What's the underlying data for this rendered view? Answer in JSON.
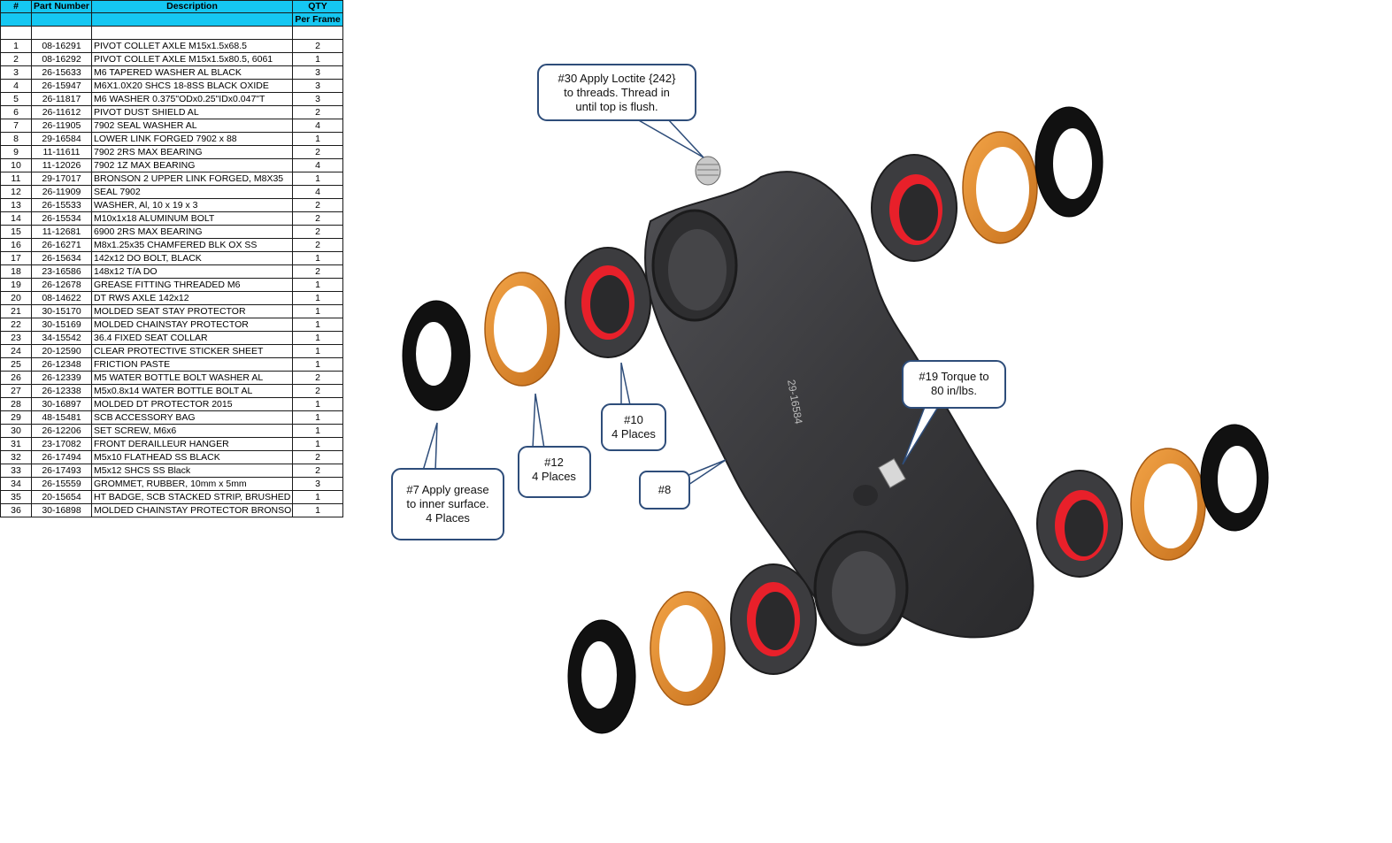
{
  "table": {
    "headers": {
      "num": "#",
      "part_number": "Part Number",
      "description": "Description",
      "qty": "QTY",
      "qty_sub": "Per Frame"
    },
    "rows": [
      {
        "num": "1",
        "pn": "08-16291",
        "desc": "PIVOT COLLET AXLE M15x1.5x68.5",
        "qty": "2"
      },
      {
        "num": "2",
        "pn": "08-16292",
        "desc": "PIVOT COLLET AXLE M15x1.5x80.5, 6061",
        "qty": "1"
      },
      {
        "num": "3",
        "pn": "26-15633",
        "desc": "M6 TAPERED WASHER AL BLACK",
        "qty": "3"
      },
      {
        "num": "4",
        "pn": "26-15947",
        "desc": "M6X1.0X20 SHCS 18-8SS BLACK OXIDE",
        "qty": "3"
      },
      {
        "num": "5",
        "pn": "26-11817",
        "desc": "M6 WASHER 0.375\"ODx0.25\"IDx0.047\"T",
        "qty": "3"
      },
      {
        "num": "6",
        "pn": "26-11612",
        "desc": "PIVOT DUST SHIELD AL",
        "qty": "2"
      },
      {
        "num": "7",
        "pn": "26-11905",
        "desc": "7902 SEAL WASHER AL",
        "qty": "4"
      },
      {
        "num": "8",
        "pn": "29-16584",
        "desc": "LOWER LINK FORGED 7902 x 88",
        "qty": "1"
      },
      {
        "num": "9",
        "pn": "11-11611",
        "desc": "7902 2RS MAX BEARING",
        "qty": "2"
      },
      {
        "num": "10",
        "pn": "11-12026",
        "desc": "7902 1Z MAX BEARING",
        "qty": "4"
      },
      {
        "num": "11",
        "pn": "29-17017",
        "desc": "BRONSON 2 UPPER LINK FORGED, M8X35",
        "qty": "1"
      },
      {
        "num": "12",
        "pn": "26-11909",
        "desc": "SEAL 7902",
        "qty": "4"
      },
      {
        "num": "13",
        "pn": "26-15533",
        "desc": "WASHER, Al, 10 x 19 x 3",
        "qty": "2"
      },
      {
        "num": "14",
        "pn": "26-15534",
        "desc": "M10x1x18 ALUMINUM BOLT",
        "qty": "2"
      },
      {
        "num": "15",
        "pn": "11-12681",
        "desc": "6900 2RS MAX BEARING",
        "qty": "2"
      },
      {
        "num": "16",
        "pn": "26-16271",
        "desc": "M8x1.25x35 CHAMFERED BLK OX SS",
        "qty": "2"
      },
      {
        "num": "17",
        "pn": "26-15634",
        "desc": "142x12 DO BOLT, BLACK",
        "qty": "1"
      },
      {
        "num": "18",
        "pn": "23-16586",
        "desc": "148x12 T/A DO",
        "qty": "2"
      },
      {
        "num": "19",
        "pn": "26-12678",
        "desc": "GREASE FITTING THREADED M6",
        "qty": "1"
      },
      {
        "num": "20",
        "pn": "08-14622",
        "desc": "DT RWS AXLE 142x12",
        "qty": "1"
      },
      {
        "num": "21",
        "pn": "30-15170",
        "desc": "MOLDED SEAT STAY PROTECTOR",
        "qty": "1"
      },
      {
        "num": "22",
        "pn": "30-15169",
        "desc": "MOLDED CHAINSTAY PROTECTOR",
        "qty": "1"
      },
      {
        "num": "23",
        "pn": "34-15542",
        "desc": "36.4 FIXED SEAT COLLAR",
        "qty": "1"
      },
      {
        "num": "24",
        "pn": "20-12590",
        "desc": "CLEAR PROTECTIVE STICKER SHEET",
        "qty": "1"
      },
      {
        "num": "25",
        "pn": "26-12348",
        "desc": "FRICTION PASTE",
        "qty": "1"
      },
      {
        "num": "26",
        "pn": "26-12339",
        "desc": "M5 WATER BOTTLE BOLT WASHER AL",
        "qty": "2"
      },
      {
        "num": "27",
        "pn": "26-12338",
        "desc": "M5x0.8x14 WATER BOTTLE BOLT AL",
        "qty": "2"
      },
      {
        "num": "28",
        "pn": "30-16897",
        "desc": "MOLDED DT PROTECTOR 2015",
        "qty": "1"
      },
      {
        "num": "29",
        "pn": "48-15481",
        "desc": "SCB ACCESSORY BAG",
        "qty": "1"
      },
      {
        "num": "30",
        "pn": "26-12206",
        "desc": "SET SCREW, M6x6",
        "qty": "1"
      },
      {
        "num": "31",
        "pn": "23-17082",
        "desc": "FRONT DERAILLEUR HANGER",
        "qty": "1"
      },
      {
        "num": "32",
        "pn": "26-17494",
        "desc": "M5x10 FLATHEAD SS BLACK",
        "qty": "2"
      },
      {
        "num": "33",
        "pn": "26-17493",
        "desc": "M5x12 SHCS SS Black",
        "qty": "2"
      },
      {
        "num": "34",
        "pn": "26-15559",
        "desc": "GROMMET, RUBBER, 10mm x 5mm",
        "qty": "3"
      },
      {
        "num": "35",
        "pn": "20-15654",
        "desc": "HT BADGE, SCB STACKED STRIP, BRUSHED",
        "qty": "1"
      },
      {
        "num": "36",
        "pn": "30-16898",
        "desc": "MOLDED CHAINSTAY PROTECTOR BRONSON",
        "qty": "1"
      }
    ]
  },
  "callouts": {
    "c30": {
      "line1": "#30 Apply Loctite {242}",
      "line2": "to threads. Thread in",
      "line3": "until top is flush."
    },
    "c19": {
      "line1": "#19 Torque to",
      "line2": "80 in/lbs."
    },
    "c10": {
      "line1": "#10",
      "line2": "4 Places"
    },
    "c12": {
      "line1": "#12",
      "line2": "4 Places"
    },
    "c8": {
      "line1": "#8"
    },
    "c7": {
      "line1": "#7 Apply grease",
      "line2": "to inner surface.",
      "line3": "4 Places"
    }
  },
  "link_engraving": "29-16584",
  "colors": {
    "header_cyan": "#15c7f2",
    "seal_orange": "#e08a2a",
    "link_dark": "#3b3b3e",
    "bearing_red": "#e8202a",
    "callout_border": "#2e4d7a"
  }
}
